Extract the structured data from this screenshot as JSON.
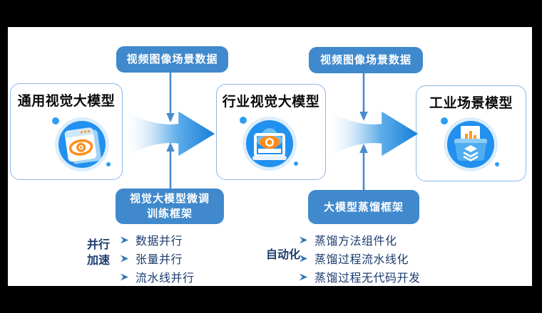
{
  "stages": [
    {
      "title": "通用视觉大模型",
      "icon": "vision-model-icon"
    },
    {
      "title": "行业视觉大模型",
      "icon": "industry-vision-model-icon"
    },
    {
      "title": "工业场景模型",
      "icon": "industrial-scene-model-icon"
    }
  ],
  "flows": [
    {
      "input_label": "视频图像场景数据",
      "framework_label_line1": "视觉大模型微调",
      "framework_label_line2": "训练框架"
    },
    {
      "input_label": "视频图像场景数据",
      "framework_label_line1": "大模型蒸馏框架",
      "framework_label_line2": ""
    }
  ],
  "feature_groups": [
    {
      "heading_line1": "并行",
      "heading_line2": "加速",
      "bullet_marker": "➢",
      "items": [
        "数据并行",
        "张量并行",
        "流水线并行"
      ]
    },
    {
      "heading_line1": "自动化",
      "heading_line2": "",
      "bullet_marker": "➢",
      "items": [
        "蒸馏方法组件化",
        "蒸馏过程流水线化",
        "蒸馏过程无代码开发"
      ]
    }
  ],
  "colors": {
    "pill_blue": "#4089cc",
    "flow_arrow_blue": "#157fd8",
    "connector_blue": "#4a8ccd",
    "card_border_blue": "#89bbea",
    "navy_text": "#1c3c6e",
    "bullet_marker_blue": "#2f74b5",
    "icon_circle_blue": "#2190ee",
    "icon_ring_blue": "#dcedfb",
    "icon_orange": "#ff8d1a",
    "title_text": "#0b0b0b",
    "frame_background": "#000000"
  }
}
